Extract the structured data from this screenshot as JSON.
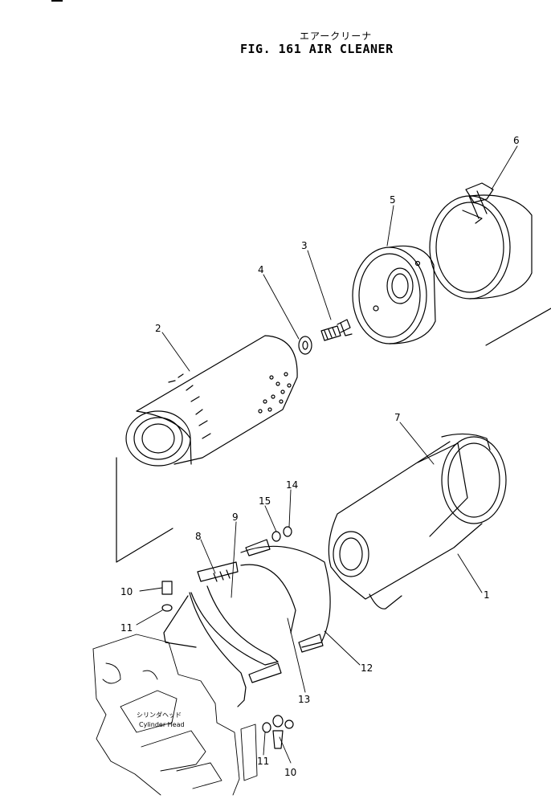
{
  "title": {
    "japanese": "エアークリーナ",
    "figure": "FIG. 161  AIR CLEANER"
  },
  "callouts": [
    "1",
    "2",
    "3",
    "4",
    "5",
    "6",
    "7",
    "8",
    "9",
    "10",
    "11",
    "12",
    "13",
    "14",
    "15",
    "10",
    "11"
  ],
  "reference_label": {
    "japanese": "シリンダヘッド",
    "english": "Cylinder Head"
  }
}
